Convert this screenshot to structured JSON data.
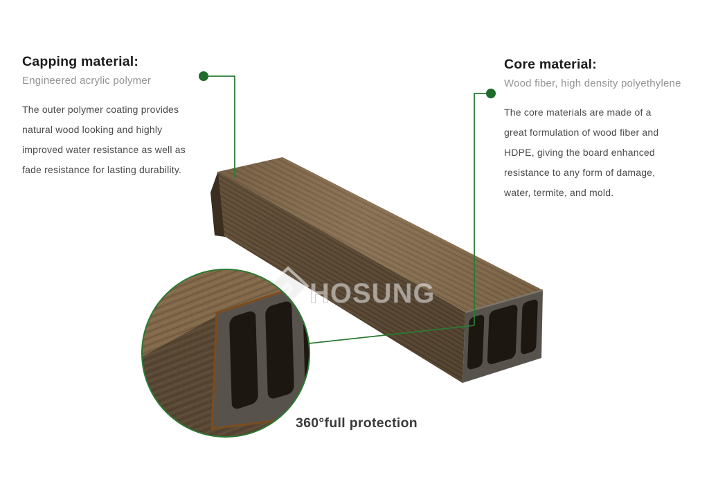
{
  "capping": {
    "title": "Capping material:",
    "subtitle": "Engineered acrylic polymer",
    "body": [
      "The outer polymer coating provides",
      "natural wood looking and highly",
      "improved water resistance as well as",
      "fade resistance for lasting durability."
    ]
  },
  "core": {
    "title": "Core material:",
    "subtitle": "Wood fiber, high density polyethylene",
    "body": [
      "The core materials are made of a",
      "great formulation of wood fiber and",
      "HDPE, giving the board enhanced",
      "resistance to any form of damage,",
      "water, termite, and mold."
    ]
  },
  "callout": {
    "label": "360°full protection"
  },
  "watermark": {
    "brand": "HOSUNG"
  },
  "colors": {
    "line_green": "#2b7a33",
    "dot_green": "#1e6b2b",
    "wood_top": "#82684a",
    "wood_front": "#63503a",
    "wood_left_end": "#3b2e20",
    "end_face_gray": "#57534c",
    "chamber_dark": "#1d1712",
    "cap_layer_orange": "#7c4c1e",
    "heading_text": "#1b1b1b",
    "subtitle_text": "#939393",
    "body_text": "#4a4a4a"
  }
}
